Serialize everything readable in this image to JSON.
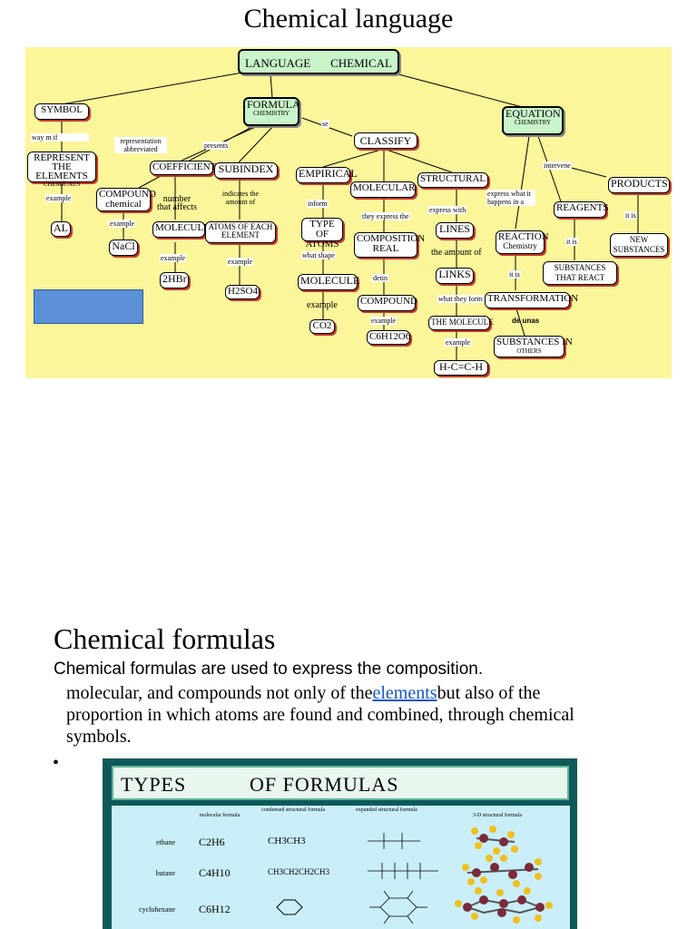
{
  "page": {
    "title": "Chemical language"
  },
  "map": {
    "root_left": "LANGUAGE",
    "root_right": "CHEMICAL",
    "symbol": "SYMBOL",
    "formula": "FORMULA",
    "formula_sub": "CHEMISTRY",
    "equation": "EQUATION",
    "equation_sub": "CHEMISTRY",
    "se": "se",
    "classify": "CLASSIFY",
    "way_m_if": "way m if",
    "represent": "REPRESENT THE ELEMENTS",
    "represent_sub": "CHEMICALS",
    "example": "example",
    "al": "AL",
    "representation": "representation abbreviated",
    "compound_chem": "COMPOUND chemical",
    "nacl": "NaCl",
    "presents": "presents",
    "coefficient": "COEFFICIENT",
    "number_affects": "number that affects",
    "molecule": "MOLECULE",
    "two_hbr": "2HBr",
    "subindex": "SUBINDEX",
    "indicates": "indicates the amount of",
    "atoms_each": "ATOMS OF EACH ELEMENT",
    "h2so4": "H2SO4",
    "empirical": "EMPIRICAL",
    "inform": "inform",
    "type_atoms": "TYPE OF ATOMS",
    "what_shape": "what shape",
    "molecule2": "MOLECULE",
    "co2": "CO2",
    "molecular": "MOLECULAR",
    "they_express": "they express the",
    "composition_real": "COMPOSITION REAL",
    "detin": "detin",
    "compound2": "COMPOUND",
    "c6h12o6": "C6H12O6",
    "structural": "STRUCTURAL",
    "express_with": "express with",
    "lines": "LINES",
    "amount_of": "the amount of",
    "links": "LINKS",
    "what_they_form": "what they form",
    "the_molecule": "THE MOLECULE",
    "hcch": "H-C=C-H",
    "express_what": "express what it happens in a",
    "reaction": "REACTION",
    "reaction_sub": "Chemistry",
    "it_is": "it is",
    "transformation": "TRANSFORMATION",
    "de_unas": "de unas",
    "substances_others": "SUBSTANCES IN",
    "substances_others_sub": "OTHERS",
    "intervene": "intervene",
    "reagents": "REAGENTS",
    "substances_react": "SUBSTANCES THAT REACT",
    "products": "PRODUCTS",
    "new_substances": "NEW SUBSTANCES"
  },
  "section": {
    "title": "Chemical formulas",
    "lead": "Chemical formulas are used to express the composition.",
    "para_before": "molecular, and compounds not only of the",
    "link": "elements",
    "para_after": "but also of the proportion in which atoms are found and combined, through chemical symbols.",
    "bullet": "•"
  },
  "formula_image": {
    "header_left": "TYPES",
    "header_right": "OF FORMULAS",
    "columns": [
      "molecular formula",
      "condensed structural formula",
      "expanded structural formula",
      "3-D structural formula"
    ],
    "rows": [
      {
        "name": "ethane",
        "molecular": "C2H6",
        "condensed": "CH3CH3"
      },
      {
        "name": "butane",
        "molecular": "C4H10",
        "condensed": "CH3CH2CH2CH3"
      },
      {
        "name": "cyclohexane",
        "molecular": "C6H12",
        "condensed": ""
      }
    ]
  }
}
